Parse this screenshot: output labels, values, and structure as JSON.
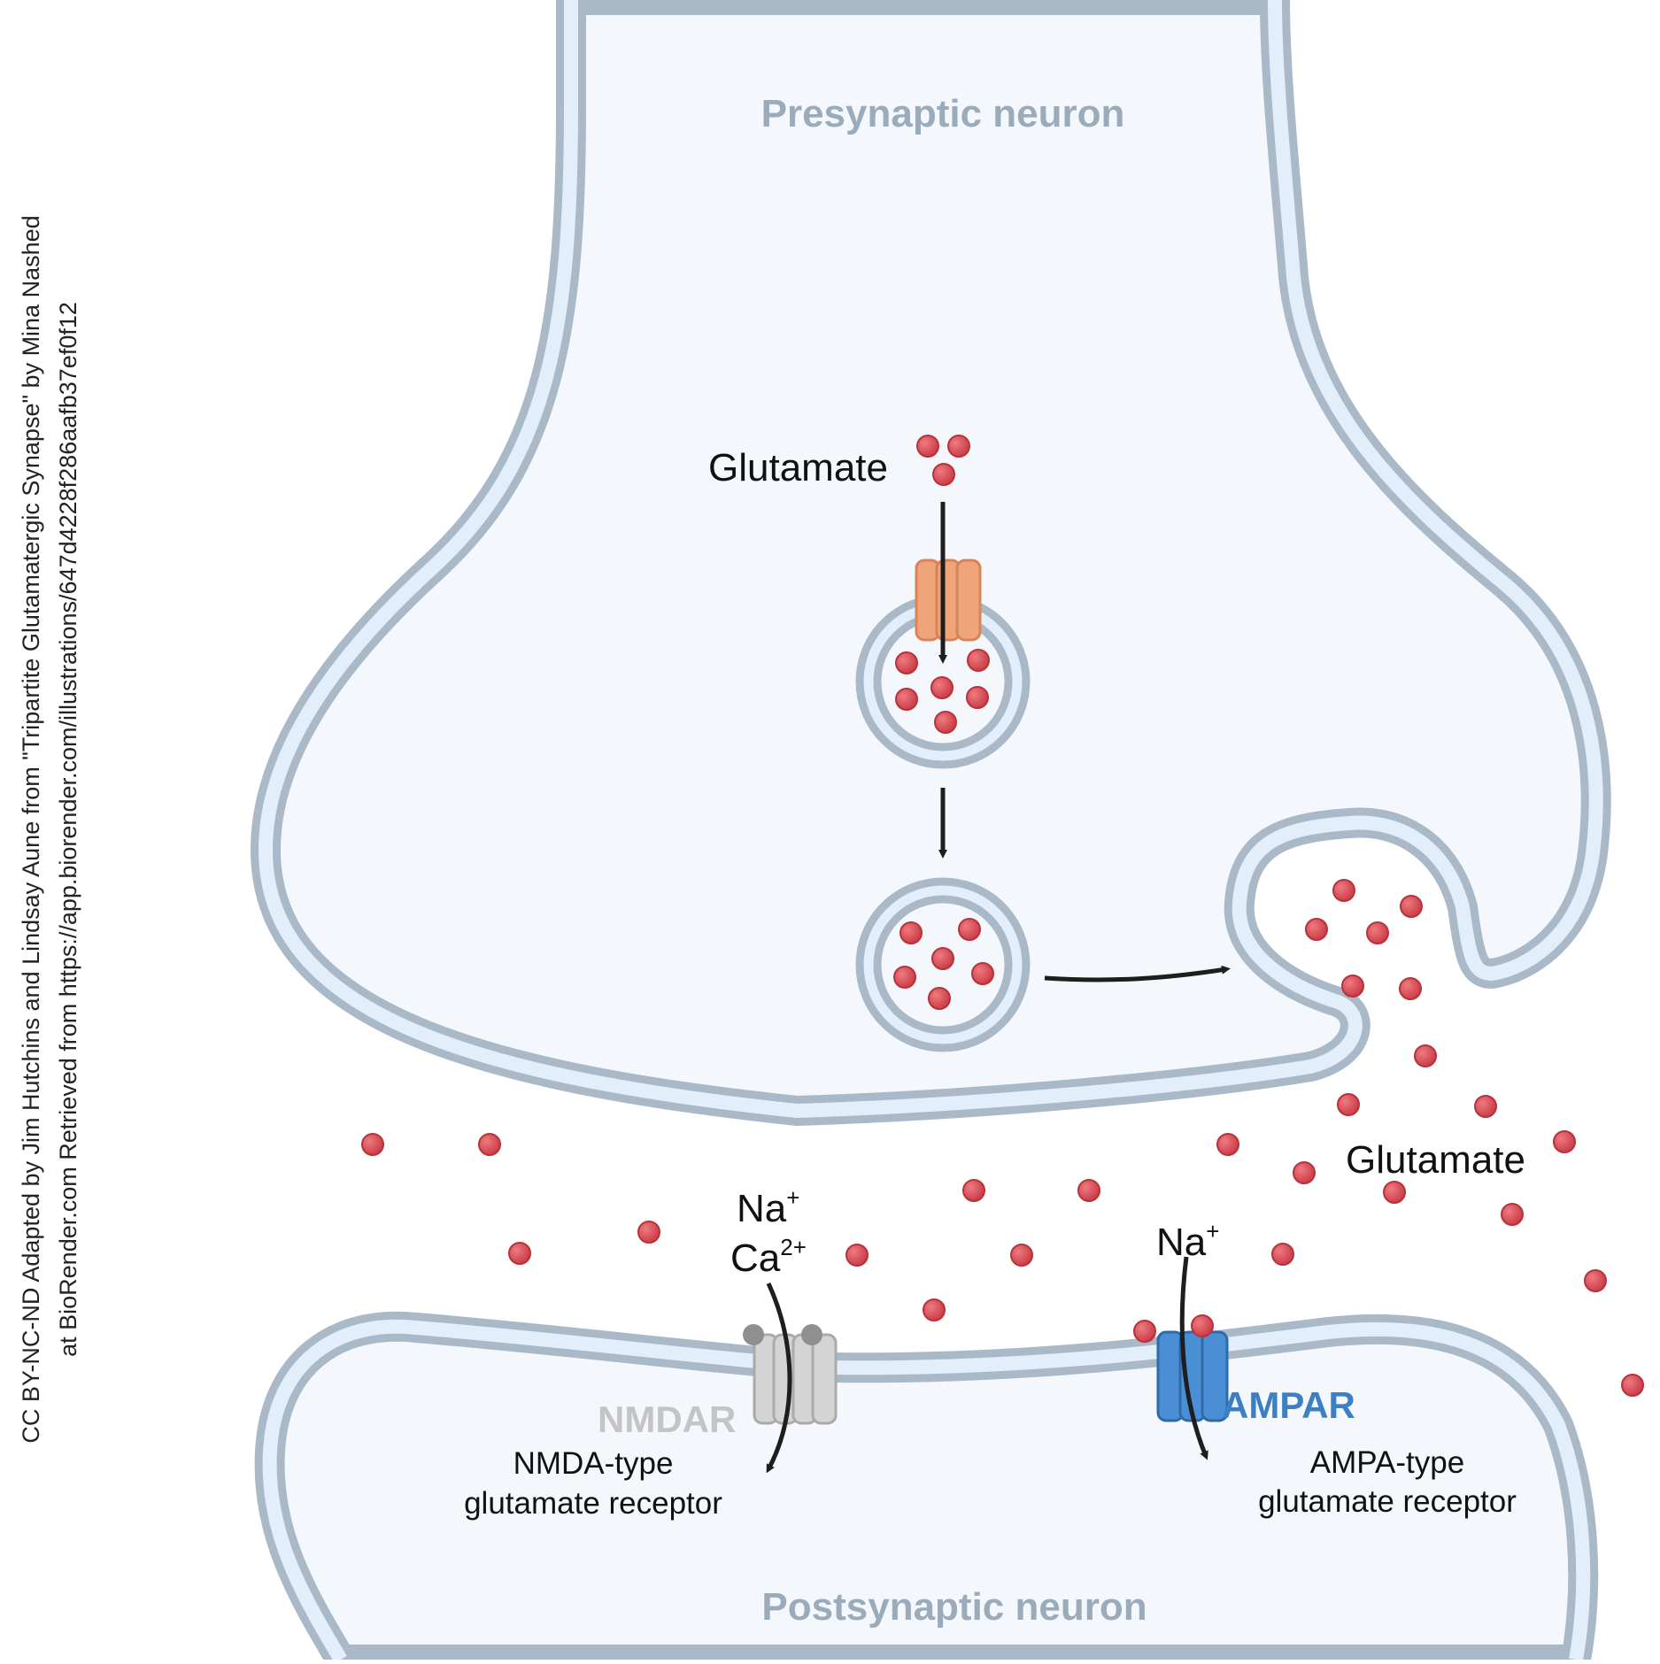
{
  "labels": {
    "presynaptic": "Presynaptic neuron",
    "postsynaptic": "Postsynaptic neuron",
    "glutamate_vesicle": "Glutamate",
    "glutamate_cleft": "Glutamate",
    "na_nmda": "Na",
    "ca_nmda": "Ca",
    "ca_charge": "2+",
    "plus": "+",
    "na_ampa": "Na",
    "nmdar": "NMDAR",
    "nmda_desc_1": "NMDA-type",
    "nmda_desc_2": "glutamate receptor",
    "ampar": "AMPAR",
    "ampa_desc_1": "AMPA-type",
    "ampa_desc_2": "glutamate receptor"
  },
  "credit": {
    "line1": "CC BY-NC-ND Adapted by Jim Hutchins and Lindsay Aune from \"Tripartite Glutamatergic Synapse\" by Mina Nashed",
    "line2": "at BioRender.com Retrieved from https://app.biorender.com/illustrations/647d4228f286aafb37ef0f12"
  },
  "colors": {
    "membrane_outer": "#a9b9c8",
    "membrane_inner": "#e2eefa",
    "cytoplasm": "#f4f8fc",
    "glutamate": "#d9454f",
    "transporter": "#f0a47a",
    "nmdar": "#cfcfcf",
    "ampar": "#4a8fd6",
    "ampar_label": "#3d7fc4",
    "nmdar_label": "#c4c4c4",
    "arrow": "#1e1e1e"
  }
}
